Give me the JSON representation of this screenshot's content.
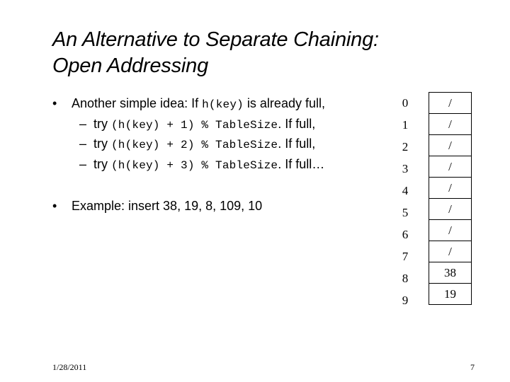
{
  "slide": {
    "title_line1": "An Alternative to Separate Chaining:",
    "title_line2": "Open Addressing",
    "bullet1": {
      "prefix": "Another simple idea: If ",
      "code": "h(key)",
      "suffix": " is already full,"
    },
    "sub_items": [
      {
        "try": "try ",
        "code": "(h(key) + 1) % TableSize",
        "suffix": ". If full,"
      },
      {
        "try": "try ",
        "code": "(h(key) + 2) % TableSize",
        "suffix": ". If full,"
      },
      {
        "try": "try ",
        "code": "(h(key) + 3) % TableSize",
        "suffix": ". If full…"
      }
    ],
    "bullet2": "Example: insert 38, 19, 8, 109, 10",
    "bullet_symbol": "•",
    "dash_symbol": "–"
  },
  "table": {
    "indices": [
      "0",
      "1",
      "2",
      "3",
      "4",
      "5",
      "6",
      "7",
      "8",
      "9"
    ],
    "cells": [
      "/",
      "/",
      "/",
      "/",
      "/",
      "/",
      "/",
      "/",
      "38",
      "19"
    ]
  },
  "footer": {
    "date": "1/28/2011",
    "page": "7"
  }
}
